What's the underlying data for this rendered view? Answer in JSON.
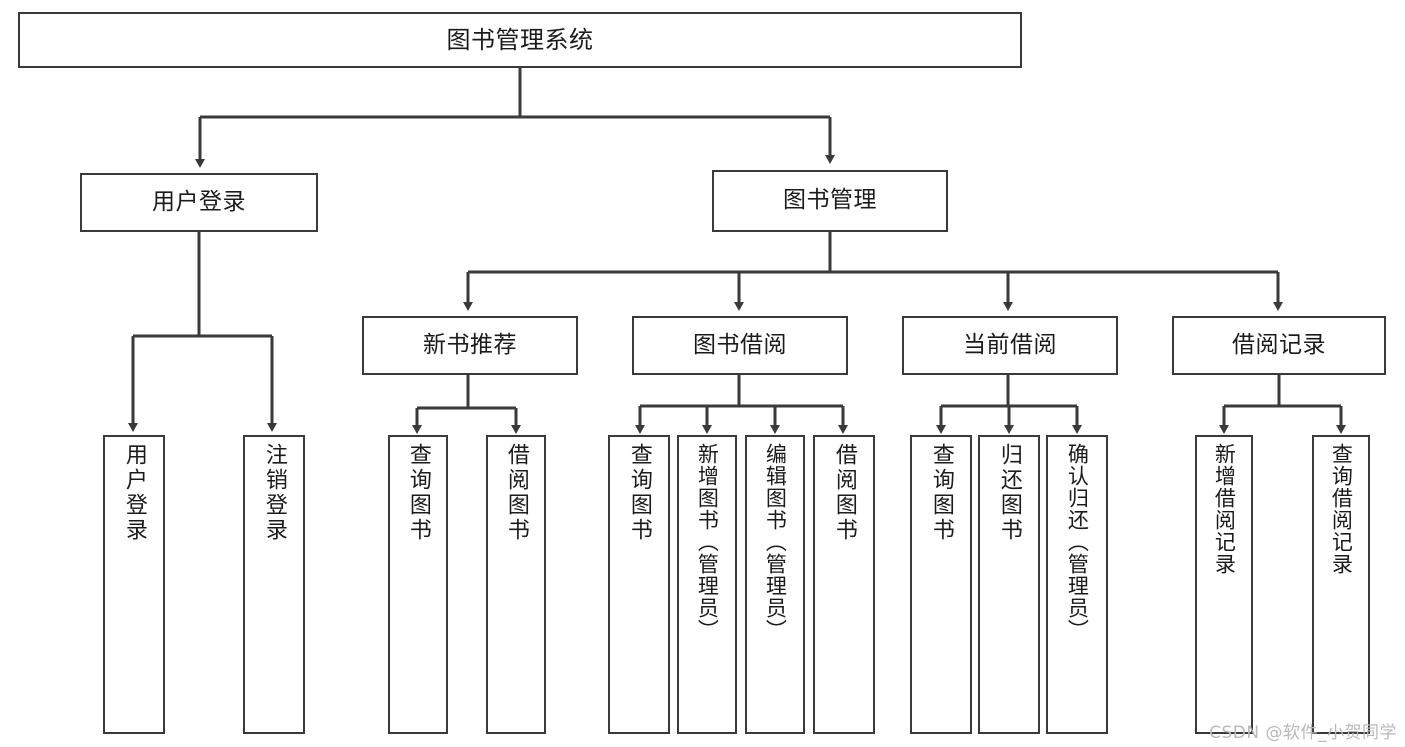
{
  "diagram": {
    "title": "图书管理系统",
    "type": "tree-hierarchy-chart",
    "colors": {
      "stroke": "#3a3a3a",
      "fill": "#ffffff",
      "text": "#1b1b1b",
      "watermark": "#b9b9b9"
    },
    "root": {
      "id": "root",
      "label": "图书管理系统"
    },
    "level2": [
      {
        "id": "user-login",
        "label": "用户登录"
      },
      {
        "id": "book-management",
        "label": "图书管理"
      }
    ],
    "level3": [
      {
        "id": "new-book-recommend",
        "label": "新书推荐",
        "parent": "book-management"
      },
      {
        "id": "book-borrow",
        "label": "图书借阅",
        "parent": "book-management"
      },
      {
        "id": "current-borrow",
        "label": "当前借阅",
        "parent": "book-management"
      },
      {
        "id": "borrow-record",
        "label": "借阅记录",
        "parent": "book-management"
      }
    ],
    "leaves": {
      "user-login": [
        {
          "id": "leaf-user-login",
          "label": "用户登录"
        },
        {
          "id": "leaf-logout",
          "label": "注销登录"
        }
      ],
      "new-book-recommend": [
        {
          "id": "leaf-query-book-1",
          "label": "查询图书"
        },
        {
          "id": "leaf-borrow-book-1",
          "label": "借阅图书"
        }
      ],
      "book-borrow": [
        {
          "id": "leaf-query-book-2",
          "label": "查询图书"
        },
        {
          "id": "leaf-add-book",
          "label": "新增图书（管理员）"
        },
        {
          "id": "leaf-edit-book",
          "label": "编辑图书（管理员）"
        },
        {
          "id": "leaf-borrow-book-2",
          "label": "借阅图书"
        }
      ],
      "current-borrow": [
        {
          "id": "leaf-query-book-3",
          "label": "查询图书"
        },
        {
          "id": "leaf-return-book",
          "label": "归还图书"
        },
        {
          "id": "leaf-confirm-return",
          "label": "确认归还（管理员）"
        }
      ],
      "borrow-record": [
        {
          "id": "leaf-add-record",
          "label": "新增借阅记录"
        },
        {
          "id": "leaf-query-record",
          "label": "查询借阅记录"
        }
      ]
    }
  },
  "watermark": {
    "text": "CSDN @软件_小贺同学"
  }
}
